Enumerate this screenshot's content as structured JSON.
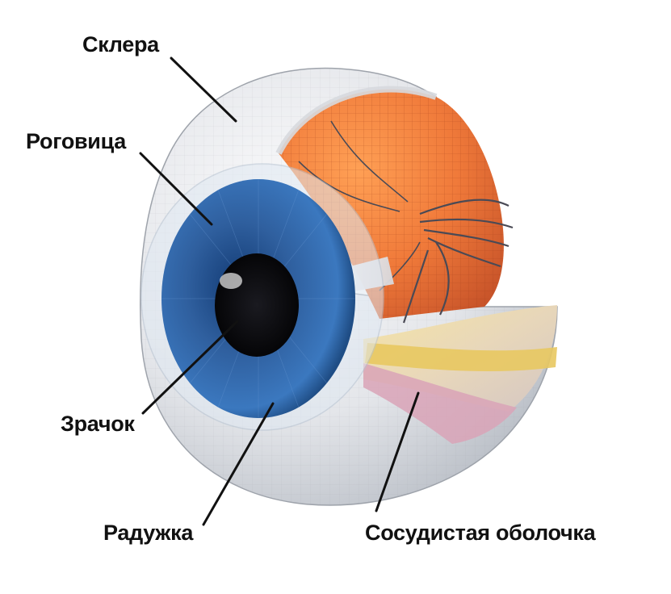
{
  "labels": {
    "sclera": "Склера",
    "cornea": "Роговица",
    "pupil": "Зрачок",
    "iris": "Радужка",
    "choroid": "Сосудистая оболочка"
  },
  "colors": {
    "sclera": "#e4e6ea",
    "retina": "#f07a3a",
    "iris": "#2f5f9e",
    "pupil": "#0d0d10",
    "choroid_band": "#e8c860",
    "choroid_inner": "#d9a3b7",
    "leader_line": "#111111"
  }
}
